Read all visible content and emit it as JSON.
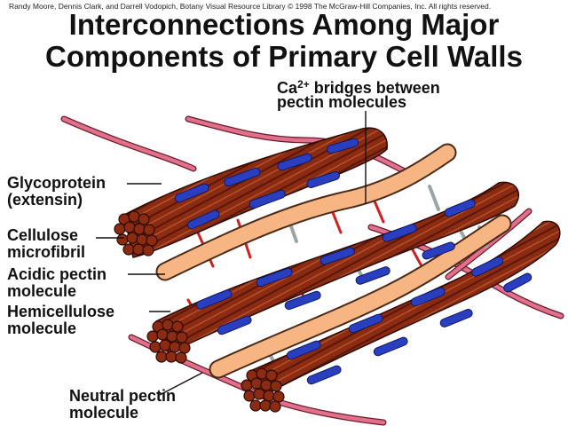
{
  "credit": "Randy Moore, Dennis Clark, and Darrell Vodopich, Botany Visual Resource Library © 1998 The McGraw-Hill Companies, Inc. All rights reserved.",
  "title": {
    "line1": "Interconnections Among Major",
    "line2": "Components of Primary Cell Walls"
  },
  "labels": {
    "calcium_prefix": "Ca",
    "calcium_superscript": "2+",
    "calcium_line1_suffix": " bridges between",
    "calcium_line2": "pectin molecules",
    "glycoprotein_line1": "Glycoprotein",
    "glycoprotein_line2": "(extensin)",
    "cellulose_line1": "Cellulose",
    "cellulose_line2": "microfibril",
    "acidic_line1": "Acidic pectin",
    "acidic_line2": "molecule",
    "hemicellulose_line1": "Hemicellulose",
    "hemicellulose_line2": "molecule",
    "neutral_line1": "Neutral pectin",
    "neutral_line2": "molecule"
  },
  "colors": {
    "cellulose": "#8b2b12",
    "cellulose_dark": "#5a1608",
    "hemicellulose": "#2a3fc0",
    "acidic_pectin": "#f6b583",
    "glycoprotein": "#e0708c",
    "calcium_bridge": "#d02020",
    "neutral_pectin": "#9aa6a6"
  }
}
